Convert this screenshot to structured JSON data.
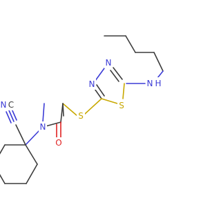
{
  "atoms": {
    "amine_n": {
      "label": "N",
      "color": "#3b3bd6"
    },
    "amine_h": {
      "label": "H",
      "color": "#3b3bd6"
    },
    "ring_n1": {
      "label": "N",
      "color": "#3b3bd6"
    },
    "ring_n2": {
      "label": "N",
      "color": "#3b3bd6"
    },
    "ring_s": {
      "label": "S",
      "color": "#c8a800"
    },
    "thioether_s": {
      "label": "S",
      "color": "#c8a800"
    },
    "carbonyl_o": {
      "label": "O",
      "color": "#e02020"
    },
    "amide_n": {
      "label": "N",
      "color": "#3b3bd6"
    },
    "nitrile_n": {
      "label": "N",
      "color": "#3b3bd6"
    },
    "nitrile_c": {
      "label": "C",
      "color": "#3c3c3c"
    }
  }
}
